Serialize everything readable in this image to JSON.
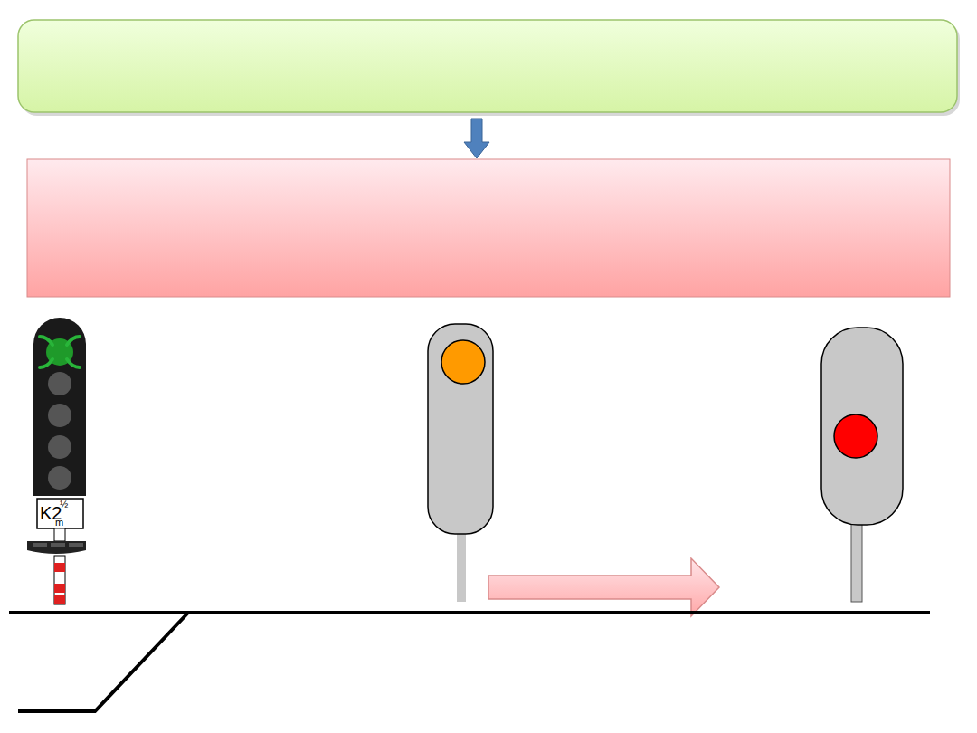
{
  "diagram": {
    "labels": [
      "K2",
      "½",
      "m"
    ]
  }
}
